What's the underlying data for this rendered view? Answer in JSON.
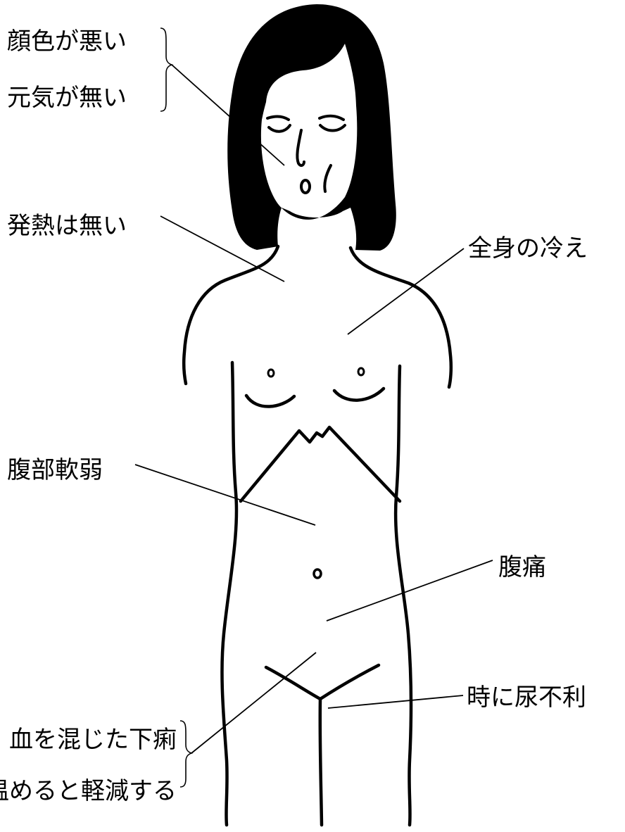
{
  "labels": {
    "complexion": "顔色が悪い",
    "lethargy": "元気が無い",
    "no_fever": "発熱は無い",
    "body_cold": "全身の冷え",
    "abdomen_soft": "腹部軟弱",
    "abdominal_pain": "腹痛",
    "urination": "時に尿不利",
    "bloody_diarrhea": "血を混じた下痢",
    "relief_when_warm": "温めると軽減する"
  }
}
